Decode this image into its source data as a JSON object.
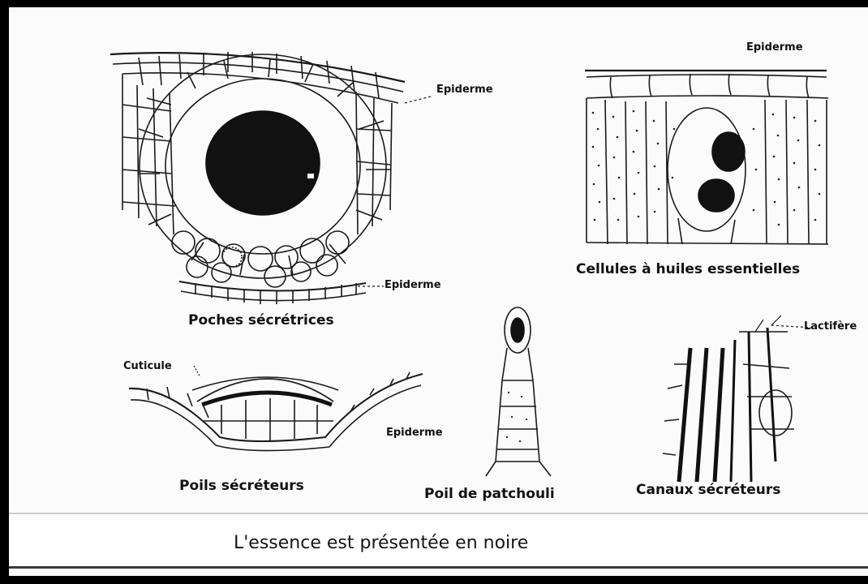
{
  "panels": {
    "poches": {
      "title": "Poches sécrétrices",
      "label_top": "Epiderme",
      "label_bottom": "Epiderme"
    },
    "cellules": {
      "title": "Cellules à huiles essentielles",
      "label": "Epiderme"
    },
    "poils": {
      "title": "Poils sécréteurs",
      "label_cuticle": "Cuticule",
      "label_epiderm": "Epiderme"
    },
    "patchouli": {
      "title": "Poil de patchouli"
    },
    "canaux": {
      "title": "Canaux sécréteurs",
      "label": "Lactifère"
    }
  },
  "caption": "L'essence est présentée en noire",
  "colors": {
    "ink": "#151515",
    "paper": "#fbfbfb",
    "frame": "#000000"
  }
}
